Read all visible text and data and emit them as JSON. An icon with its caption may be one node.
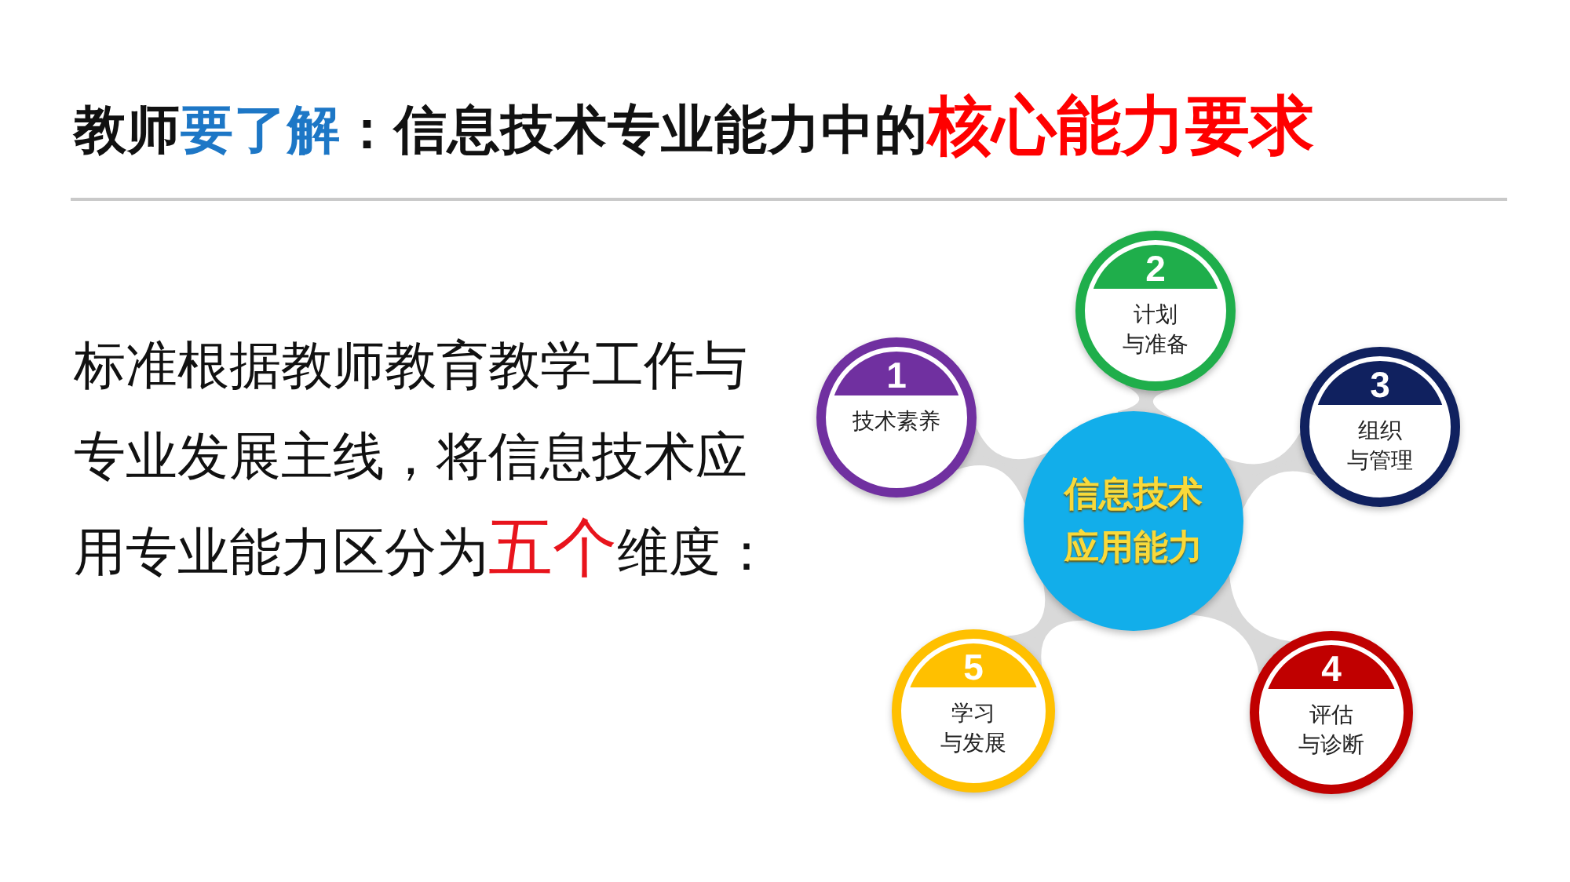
{
  "diagram": {
    "title": "教师**要了解**：信息技术专业能力中的**核心能力要求**",
    "nodes": [
      {
        "text": [
          "信息技术应用能力"
        ]
      },
      {
        "text": [
          "1",
          "技术素养"
        ]
      },
      {
        "text": [
          "2",
          "计划与准备"
        ]
      },
      {
        "text": [
          "3",
          "组织与管理"
        ]
      },
      {
        "text": [
          "4",
          "评估与诊断"
        ]
      },
      {
        "text": [
          "5",
          "学习与发展"
        ]
      }
    ],
    "edges": [
      {
        "from": 0,
        "to": 1,
        "arrow": "none"
      },
      {
        "from": 0,
        "to": 2,
        "arrow": "none"
      },
      {
        "from": 0,
        "to": 3,
        "arrow": "none"
      },
      {
        "from": 0,
        "to": 4,
        "arrow": "none"
      },
      {
        "from": 0,
        "to": 5,
        "arrow": "none"
      }
    ],
    "labels": [
      "标准根据教师教育教学工作与专业发展主线，将信息技术应用专业能力区分为**五个**维度："
    ]
  }
}
